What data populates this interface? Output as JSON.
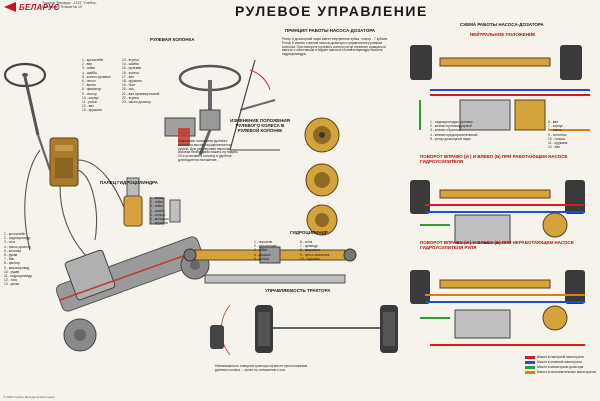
{
  "header": {
    "brand": "БЕЛАРУС",
    "subtitle": "Трактор \"Беларус - 1221\" Учебно-Методичес Плакат № 10",
    "title": "РУЛЕВОЕ УПРАВЛЕНИЕ"
  },
  "sections": {
    "steering_column": "РУЛЕВАЯ КОЛОНКА",
    "adjust": "ИЗМЕНЕНИЕ ПОЛОЖЕНИЯ РУЛЕВОГО КОЛЕСА В РУЛЕВОЙ КОЛОНКЕ",
    "finger": "ПАЛЕЦ ГИДРОЦИЛИНДРА",
    "principle": "ПРИНЦИП РАБОТЫ НАСОСА-ДОЗАТОРА",
    "cylinder": "ГИДРОЦИЛИНДР",
    "control": "УПРАВЛЯЕМОСТЬ ТРАКТОРА",
    "scheme": "СХЕМА РАБОТЫ НАСОСА-ДОЗАТОРА",
    "neutral": "НЕЙТРАЛЬНОЕ ПОЛОЖЕНИЕ",
    "right_turn": "ПОВОРОТ ВПРАВО (и ) И ВЛЕВО (б) ПРИ РАБОТАЮЩЕМ НАСОСЕ ГИДРОУСИЛИТЕЛЯ",
    "right_turn2": "ПОВОРОТ ВПРАВО (и ) И ВЛЕВО (б) ПРИ НЕРАБОТАЮЩЕМ НАСОСЕ ГИДРОУСИЛИТЕЛЯ РУЛЯ"
  },
  "column_list_a": [
    "1 - кронштейн",
    "2 - вал",
    "3 - гайка",
    "4 - шайба",
    "5 - колесо рулевое",
    "6 - чехол",
    "7 - вилка",
    "8 - фиксатор",
    "9 - сектор",
    "10 - корпус",
    "11 - рычаг",
    "12 - вал",
    "13 - пружина"
  ],
  "column_list_b": [
    "13 - втулка",
    "14 - шайба",
    "15 - рулевая",
    "16 - колесо",
    "17 - вал",
    "18 - пружина",
    "19 - болт",
    "20 - ось",
    "21 - вал промежуточный",
    "22 - втулка",
    "23 - насос-дозатор"
  ],
  "principle_text": "Ротор 5 дозаторной пары имеет внутренние зубья, статор - 7 зубьев. Ротор 5 связан с валом насоса-дозатора и управляется рулевым колесом. При повороте рулевого колеса ротор начинает вращаться вместе с золотником и подает масло в соответствующую полость гидроцилиндра.",
  "adjust_text": "Изменение положения рулевого колеса по высоте осуществляется ручкой. Для регулировки наклона колонки необходимо нажать на педаль 20 и установить колонку в удобное для водителя положение.",
  "finger_list": [
    "1 - палец",
    "2 - гайка",
    "3 - гайка",
    "4 - шайба",
    "5 - кольцо",
    "6 - вкладыш",
    "7 - пружина"
  ],
  "cylinder_list": [
    "1 - поршень",
    "2 - уплотнение",
    "3 - гайка",
    "4 - крышка",
    "5 - кольцо",
    "6 - шток",
    "7 - цилиндр",
    "8 - проушина",
    "9 - пресс-масленка",
    "10 - поршень"
  ],
  "left_list": [
    "1 - кронштейн",
    "2 - гидроцилиндр",
    "3 - тяга",
    "4 - насос-дозатор",
    "5 - колонка",
    "6 - рукав",
    "7 - бак",
    "8 - фильтр",
    "9 - маслопровод",
    "10 - рукав",
    "11 - гидроцилиндр",
    "12 - тяга",
    "13 - рычаг"
  ],
  "scheme_list": [
    "1 - гидроцилиндры рулевые",
    "2 - клапан противоударный",
    "3 - клапан обратный",
    "4 - клапан предохранительный",
    "5 - ротор дозаторной пары"
  ],
  "scheme_list2": [
    "6 - вал",
    "7 - корпус",
    "8 - насос",
    "9 - золотник",
    "10 - гильза",
    "11 - пружина",
    "12 - бак"
  ],
  "legend": [
    {
      "label": "Масло в напорной магистрали",
      "color": "#d11f1f"
    },
    {
      "label": "Масло в сливной магистрали",
      "color": "#1f4fd1"
    },
    {
      "label": "Масло в магистрали дозатора",
      "color": "#2f9e3a"
    },
    {
      "label": "Масло в исполнительных магистралях",
      "color": "#e07d12"
    }
  ],
  "control_text": "Невозможность поворота трактора на месте при положении рулевого колеса ... колес по отношению к оси.",
  "footer": "© 2009 Учебно-Методический плакат"
}
